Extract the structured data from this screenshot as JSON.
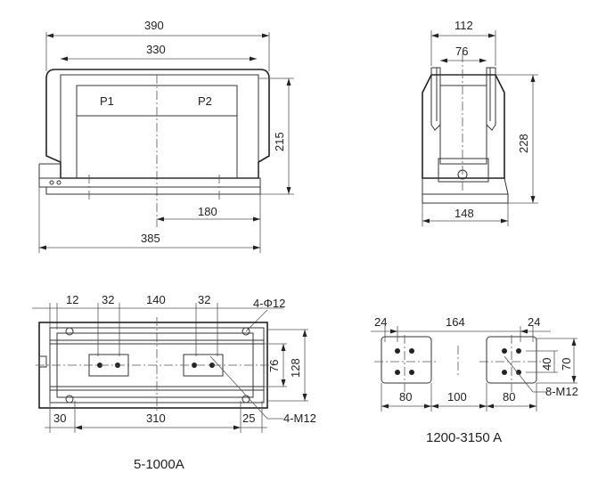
{
  "front_view": {
    "dim_overall_top": "390",
    "dim_inner_top": "330",
    "terminal_p1": "P1",
    "terminal_p2": "P2",
    "dim_height": "215",
    "dim_base_hole": "180",
    "dim_base_length": "385"
  },
  "side_view": {
    "dim_top": "112",
    "dim_inner": "76",
    "dim_height": "228",
    "dim_base": "148"
  },
  "bottom_view_small": {
    "dim_12": "12",
    "dim_32_left": "32",
    "dim_140": "140",
    "dim_32_right": "32",
    "label_holes": "4-Φ12",
    "dim_76": "76",
    "dim_128": "128",
    "dim_30": "30",
    "dim_310": "310",
    "dim_25": "25",
    "label_bolts": "4-M12",
    "caption": "5-1000A"
  },
  "terminal_view_large": {
    "dim_24_left": "24",
    "dim_164": "164",
    "dim_24_right": "24",
    "dim_40": "40",
    "dim_70": "70",
    "dim_80_left": "80",
    "dim_100": "100",
    "dim_80_right": "80",
    "label_bolts": "8-M12",
    "caption": "1200-3150 A"
  }
}
